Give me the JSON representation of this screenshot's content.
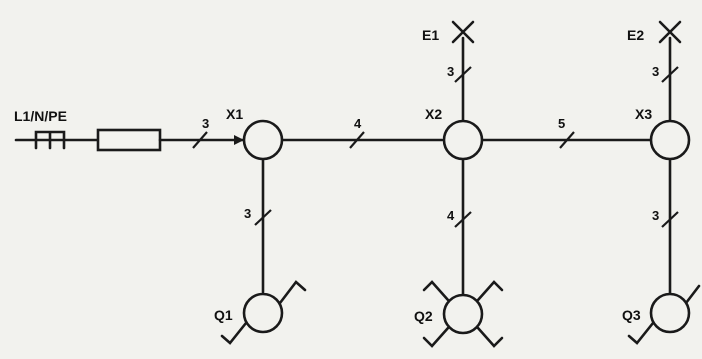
{
  "supply": {
    "label": "L1/N/PE"
  },
  "boxes": [
    {
      "id": "X1",
      "label": "X1"
    },
    {
      "id": "X2",
      "label": "X2"
    },
    {
      "id": "X3",
      "label": "X3"
    }
  ],
  "lights": [
    {
      "id": "E1",
      "label": "E1"
    },
    {
      "id": "E2",
      "label": "E2"
    }
  ],
  "switches": [
    {
      "id": "Q1",
      "label": "Q1",
      "type": "single-pole"
    },
    {
      "id": "Q2",
      "label": "Q2",
      "type": "cross"
    },
    {
      "id": "Q3",
      "label": "Q3",
      "type": "single-pole"
    }
  ],
  "conductor_counts": {
    "feed": "3",
    "x1_x2": "4",
    "x2_x3": "5",
    "x1_q1": "3",
    "x2_e1": "3",
    "x2_q2": "4",
    "x3_e2": "3",
    "x3_q3": "3"
  },
  "colors": {
    "line": "#1a1a1a",
    "background": "#f2f2ee"
  }
}
